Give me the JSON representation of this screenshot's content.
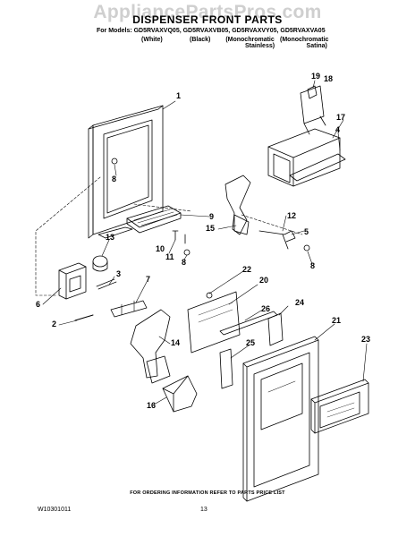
{
  "watermark": "AppliancePartsPros.com",
  "title": "DISPENSER FRONT PARTS",
  "models_line": "For Models: GD5RVAXVQ05, GD5RVAXVB05, GD5RVAXVY05, GD5RVAXVA05",
  "variants": [
    {
      "line1": "(White)",
      "line2": ""
    },
    {
      "line1": "(Black)",
      "line2": ""
    },
    {
      "line1": "(Monochromatic",
      "line2": "Stainless)"
    },
    {
      "line1": "(Monochromatic",
      "line2": "Satina)"
    }
  ],
  "callouts": [
    "1",
    "2",
    "3",
    "4",
    "5",
    "6",
    "7",
    "8",
    "8",
    "8",
    "9",
    "10",
    "11",
    "12",
    "13",
    "14",
    "15",
    "16",
    "17",
    "18",
    "19",
    "20",
    "21",
    "22",
    "23",
    "24",
    "25",
    "26"
  ],
  "footer_note": "FOR ORDERING INFORMATION REFER TO PARTS PRICE LIST",
  "doc_id": "W10301011",
  "page_number": "13"
}
